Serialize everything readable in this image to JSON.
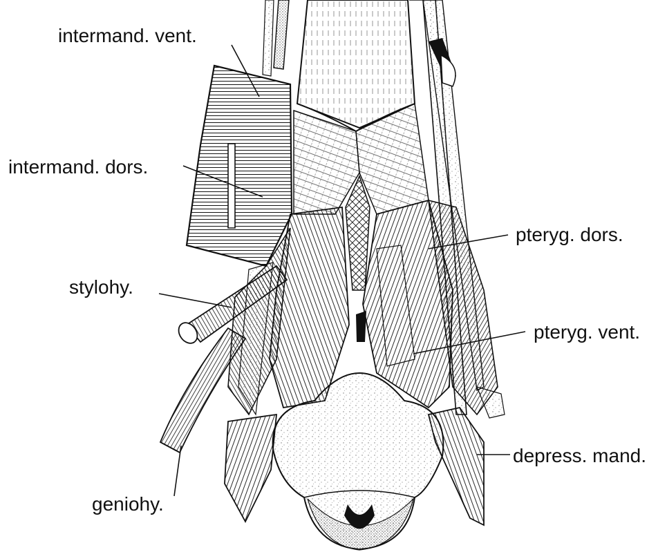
{
  "labels": {
    "intermand_vent": "intermand. vent.",
    "intermand_dors": "intermand. dors.",
    "stylohy": "stylohy.",
    "geniohy": "geniohy.",
    "pteryg_dors": "pteryg. dors.",
    "pteryg_vent": "pteryg. vent.",
    "depress_mand": "depress. mand."
  },
  "colors": {
    "ink": "#111111",
    "paper": "#ffffff",
    "stipple": "#9a9a9a"
  }
}
